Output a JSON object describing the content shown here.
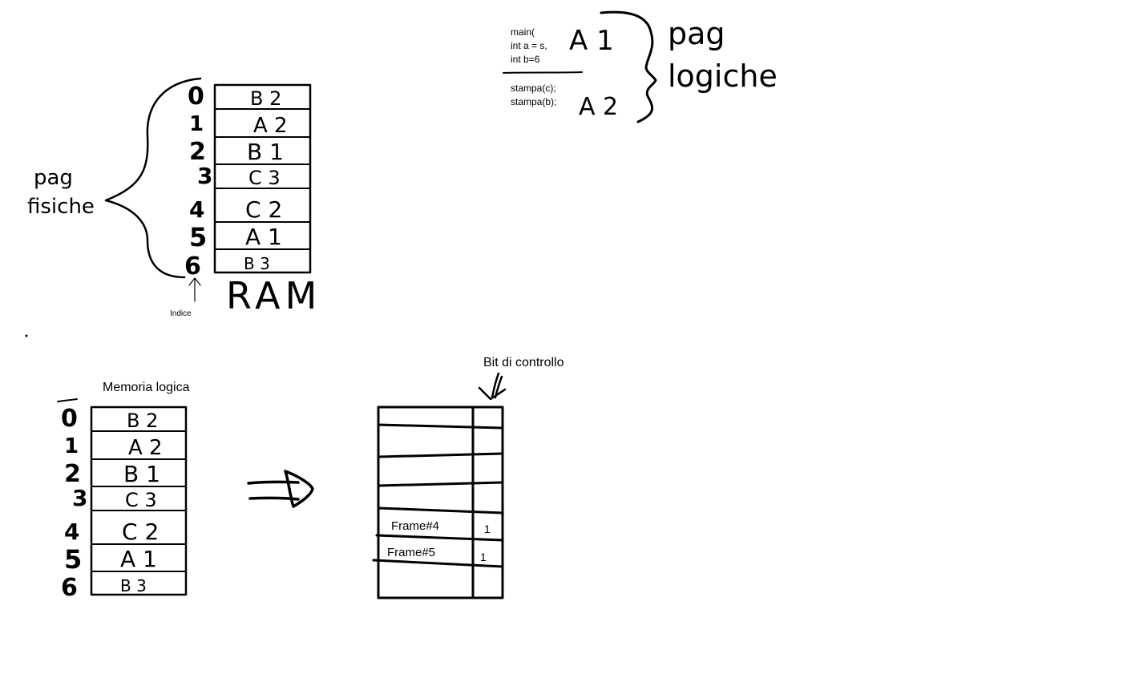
{
  "code_snippet": {
    "lines": [
      "main(",
      "int a = s,",
      "int b=6",
      "stampa(c);",
      "stampa(b);"
    ],
    "page_labels": [
      "A 1",
      "A 2"
    ]
  },
  "pag_logiche": {
    "line1": "pag",
    "line2": "logiche"
  },
  "pag_fisiche": {
    "line1": "pag",
    "line2": "fisiche"
  },
  "ram": {
    "title": "RAM",
    "indices": [
      "0",
      "1",
      "2",
      "3",
      "4",
      "5",
      "6"
    ],
    "cells": [
      "B 2",
      "A 2",
      "B 1",
      "C 3",
      "C 2",
      "A 1",
      "B 3"
    ],
    "index_label": "Indice"
  },
  "logical_memory": {
    "title": "Memoria logica",
    "indices": [
      "0",
      "1",
      "2",
      "3",
      "4",
      "5",
      "6"
    ],
    "cells": [
      "B 2",
      "A 2",
      "B 1",
      "C 3",
      "C 2",
      "A 1",
      "B 3"
    ]
  },
  "page_table": {
    "control_bit_label": "Bit di controllo",
    "rows": [
      {
        "frame": "",
        "bit": ""
      },
      {
        "frame": "",
        "bit": ""
      },
      {
        "frame": "",
        "bit": ""
      },
      {
        "frame": "",
        "bit": ""
      },
      {
        "frame": "Frame#4",
        "bit": "1"
      },
      {
        "frame": "Frame#5",
        "bit": "1"
      },
      {
        "frame": "",
        "bit": ""
      }
    ]
  }
}
